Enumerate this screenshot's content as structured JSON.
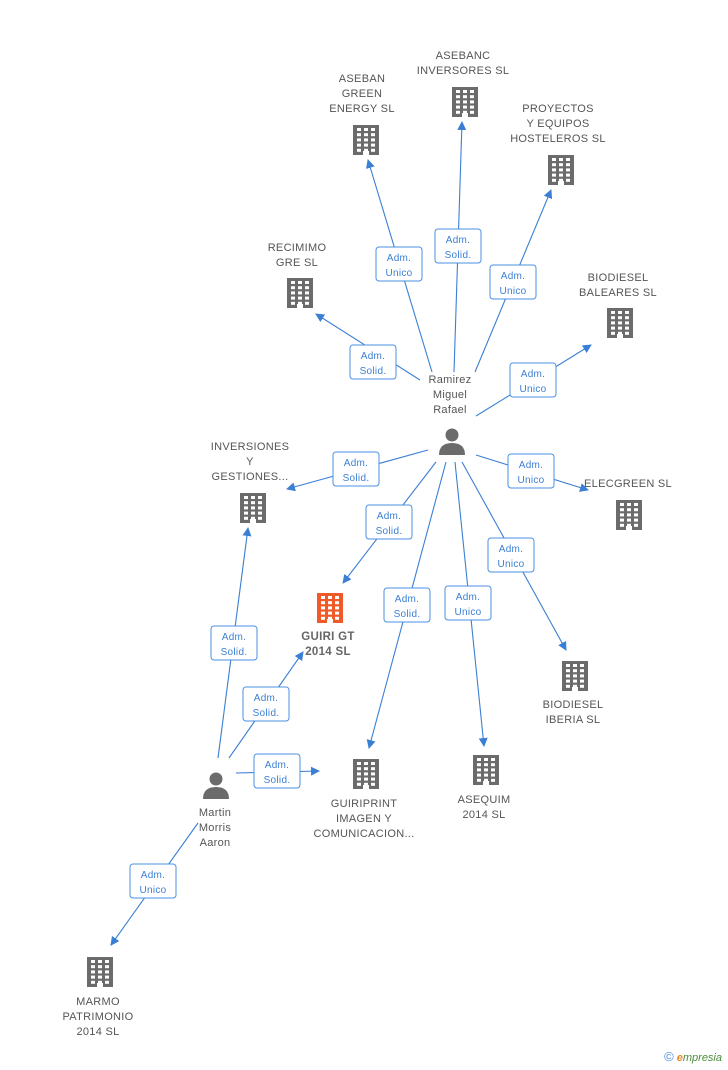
{
  "nodes": [
    {
      "id": "aseban",
      "type": "company",
      "lines": [
        "ASEBAN",
        "GREEN",
        "ENERGY  SL"
      ],
      "focus": false
    },
    {
      "id": "asebanc",
      "type": "company",
      "lines": [
        "ASEBANC",
        "INVERSORES SL"
      ],
      "focus": false
    },
    {
      "id": "proyectos",
      "type": "company",
      "lines": [
        "PROYECTOS",
        "Y EQUIPOS",
        "HOSTELEROS SL"
      ],
      "focus": false
    },
    {
      "id": "recimimo",
      "type": "company",
      "lines": [
        "RECIMIMO",
        "GRE  SL"
      ],
      "focus": false
    },
    {
      "id": "biobaleares",
      "type": "company",
      "lines": [
        "BIODIESEL",
        "BALEARES  SL"
      ],
      "focus": false
    },
    {
      "id": "ramirez",
      "type": "person",
      "lines": [
        "Ramirez",
        "Miguel",
        "Rafael"
      ],
      "focus": false
    },
    {
      "id": "inversiones",
      "type": "company",
      "lines": [
        "INVERSIONES",
        "Y",
        "GESTIONES..."
      ],
      "focus": false
    },
    {
      "id": "elecgreen",
      "type": "company",
      "lines": [
        "ELECGREEN  SL"
      ],
      "focus": false
    },
    {
      "id": "guirigt",
      "type": "company",
      "lines": [
        "GUIRI GT",
        "2014  SL"
      ],
      "focus": true
    },
    {
      "id": "bioiberia",
      "type": "company",
      "lines": [
        "BIODIESEL",
        "IBERIA  SL"
      ],
      "focus": false
    },
    {
      "id": "martin",
      "type": "person",
      "lines": [
        "Martin",
        "Morris",
        "Aaron"
      ],
      "focus": false
    },
    {
      "id": "guiriprint",
      "type": "company",
      "lines": [
        "GUIRIPRINT",
        "IMAGEN Y",
        "COMUNICACION..."
      ],
      "focus": false
    },
    {
      "id": "asequim",
      "type": "company",
      "lines": [
        "ASEQUIM",
        "2014  SL"
      ],
      "focus": false
    },
    {
      "id": "marmo",
      "type": "company",
      "lines": [
        "MARMO",
        "PATRIMONIO",
        "2014  SL"
      ],
      "focus": false
    }
  ],
  "edges": [
    {
      "id": "e1",
      "from": "ramirez",
      "to": "aseban",
      "label": [
        "Adm.",
        "Unico"
      ]
    },
    {
      "id": "e2",
      "from": "ramirez",
      "to": "asebanc",
      "label": [
        "Adm.",
        "Solid."
      ]
    },
    {
      "id": "e3",
      "from": "ramirez",
      "to": "proyectos",
      "label": [
        "Adm.",
        "Unico"
      ]
    },
    {
      "id": "e4",
      "from": "ramirez",
      "to": "recimimo",
      "label": [
        "Adm.",
        "Solid."
      ]
    },
    {
      "id": "e5",
      "from": "ramirez",
      "to": "biobaleares",
      "label": [
        "Adm.",
        "Unico"
      ]
    },
    {
      "id": "e6",
      "from": "ramirez",
      "to": "inversiones",
      "label": [
        "Adm.",
        "Solid."
      ]
    },
    {
      "id": "e7",
      "from": "ramirez",
      "to": "elecgreen",
      "label": [
        "Adm.",
        "Unico"
      ]
    },
    {
      "id": "e8",
      "from": "ramirez",
      "to": "guirigt",
      "label": [
        "Adm.",
        "Solid."
      ]
    },
    {
      "id": "e9",
      "from": "ramirez",
      "to": "bioiberia",
      "label": [
        "Adm.",
        "Unico"
      ]
    },
    {
      "id": "e10",
      "from": "ramirez",
      "to": "guiriprint",
      "label": [
        "Adm.",
        "Solid."
      ]
    },
    {
      "id": "e11",
      "from": "ramirez",
      "to": "asequim",
      "label": [
        "Adm.",
        "Unico"
      ]
    },
    {
      "id": "e12",
      "from": "martin",
      "to": "inversiones",
      "label": [
        "Adm.",
        "Solid."
      ]
    },
    {
      "id": "e13",
      "from": "martin",
      "to": "guirigt",
      "label": [
        "Adm.",
        "Solid."
      ]
    },
    {
      "id": "e14",
      "from": "martin",
      "to": "guiriprint",
      "label": [
        "Adm.",
        "Solid."
      ]
    },
    {
      "id": "e15",
      "from": "martin",
      "to": "marmo",
      "label": [
        "Adm.",
        "Unico"
      ]
    }
  ],
  "colors": {
    "edge": "#3b7fd4",
    "company": "#6b6b6b",
    "focus": "#f05a28",
    "person": "#6b6b6b"
  },
  "footer": {
    "copyright": "©",
    "brand_initial": "e",
    "brand_rest": "mpresia"
  }
}
